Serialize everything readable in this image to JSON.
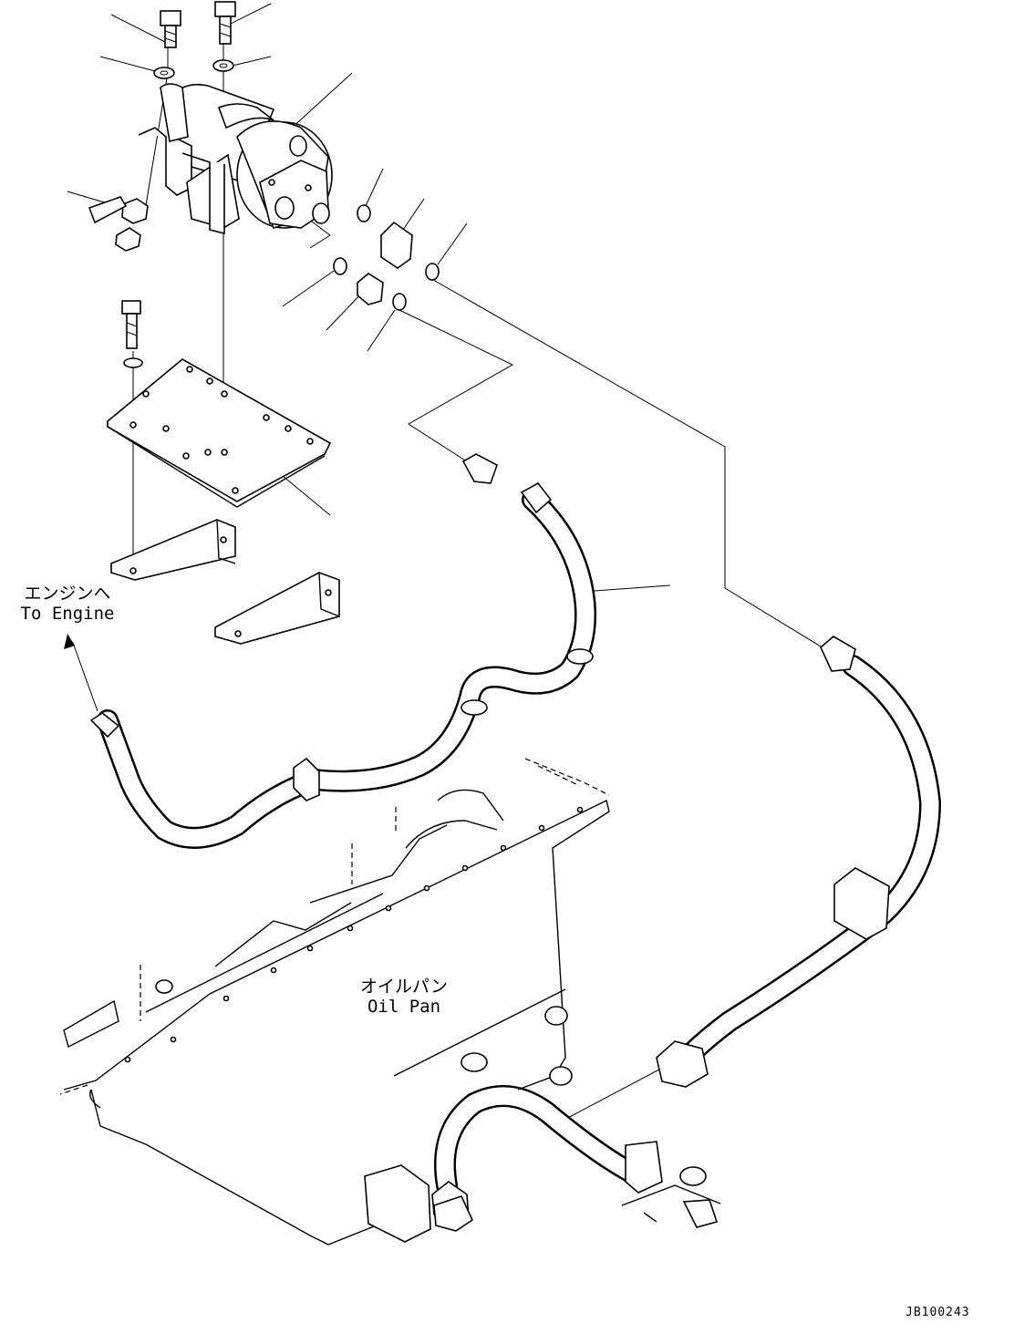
{
  "labels": {
    "engine_ja": "エンジンへ",
    "engine_en": "To Engine",
    "oilpan_ja": "オイルパン",
    "oilpan_en": "Oil Pan",
    "drawing_id": "JB100243"
  },
  "colors": {
    "line": "#000000",
    "background": "#ffffff"
  },
  "icons": {
    "direction_arrow": "arrow-up-left-icon"
  }
}
